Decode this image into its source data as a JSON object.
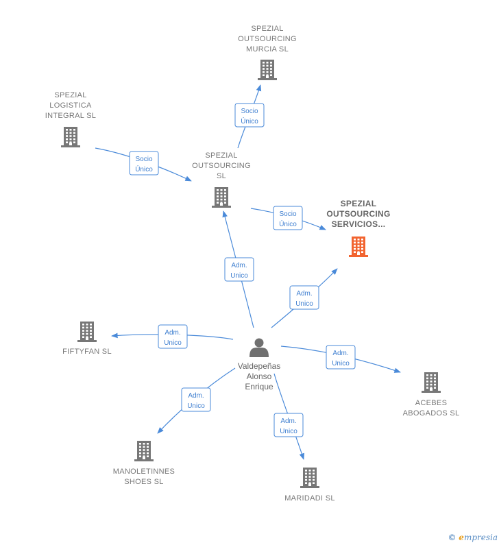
{
  "nodes": {
    "murcia": {
      "lines": [
        "SPEZIAL",
        "OUTSOURCING",
        "MURCIA  SL"
      ],
      "kind": "company"
    },
    "logistica": {
      "lines": [
        "SPEZIAL",
        "LOGISTICA",
        "INTEGRAL SL"
      ],
      "kind": "company"
    },
    "outsourcing": {
      "lines": [
        "SPEZIAL",
        "OUTSOURCING",
        "SL"
      ],
      "kind": "company"
    },
    "servicios": {
      "lines": [
        "SPEZIAL",
        "OUTSOURCING",
        "SERVICIOS..."
      ],
      "kind": "company-focus"
    },
    "fiftyfan": {
      "lines": [
        "FIFTYFAN SL"
      ],
      "kind": "company"
    },
    "person": {
      "lines": [
        "Valdepeñas",
        "Alonso",
        "Enrique"
      ],
      "kind": "person"
    },
    "acebes": {
      "lines": [
        "ACEBES",
        "ABOGADOS  SL"
      ],
      "kind": "company"
    },
    "manoletinnes": {
      "lines": [
        "MANOLETINNES",
        "SHOES  SL"
      ],
      "kind": "company"
    },
    "maridadi": {
      "lines": [
        "MARIDADI SL"
      ],
      "kind": "company"
    }
  },
  "edges": [
    {
      "id": "e1",
      "from": "outsourcing",
      "to": "murcia",
      "label": [
        "Socio",
        "Único"
      ]
    },
    {
      "id": "e2",
      "from": "logistica",
      "to": "outsourcing",
      "label": [
        "Socio",
        "Único"
      ]
    },
    {
      "id": "e3",
      "from": "outsourcing",
      "to": "servicios",
      "label": [
        "Socio",
        "Único"
      ]
    },
    {
      "id": "e4",
      "from": "person",
      "to": "outsourcing",
      "label": [
        "Adm.",
        "Unico"
      ]
    },
    {
      "id": "e5",
      "from": "person",
      "to": "servicios",
      "label": [
        "Adm.",
        "Unico"
      ]
    },
    {
      "id": "e6",
      "from": "person",
      "to": "fiftyfan",
      "label": [
        "Adm.",
        "Unico"
      ]
    },
    {
      "id": "e7",
      "from": "person",
      "to": "acebes",
      "label": [
        "Adm.",
        "Unico"
      ]
    },
    {
      "id": "e8",
      "from": "person",
      "to": "manoletinnes",
      "label": [
        "Adm.",
        "Unico"
      ]
    },
    {
      "id": "e9",
      "from": "person",
      "to": "maridadi",
      "label": [
        "Adm.",
        "Unico"
      ]
    }
  ],
  "colors": {
    "edge": "#4a8ad9",
    "company": "#777777",
    "focus": "#f26430",
    "person": "#707070"
  },
  "footer": {
    "copyright": "©",
    "brand_e": "e",
    "brand_rest": "mpresia"
  }
}
